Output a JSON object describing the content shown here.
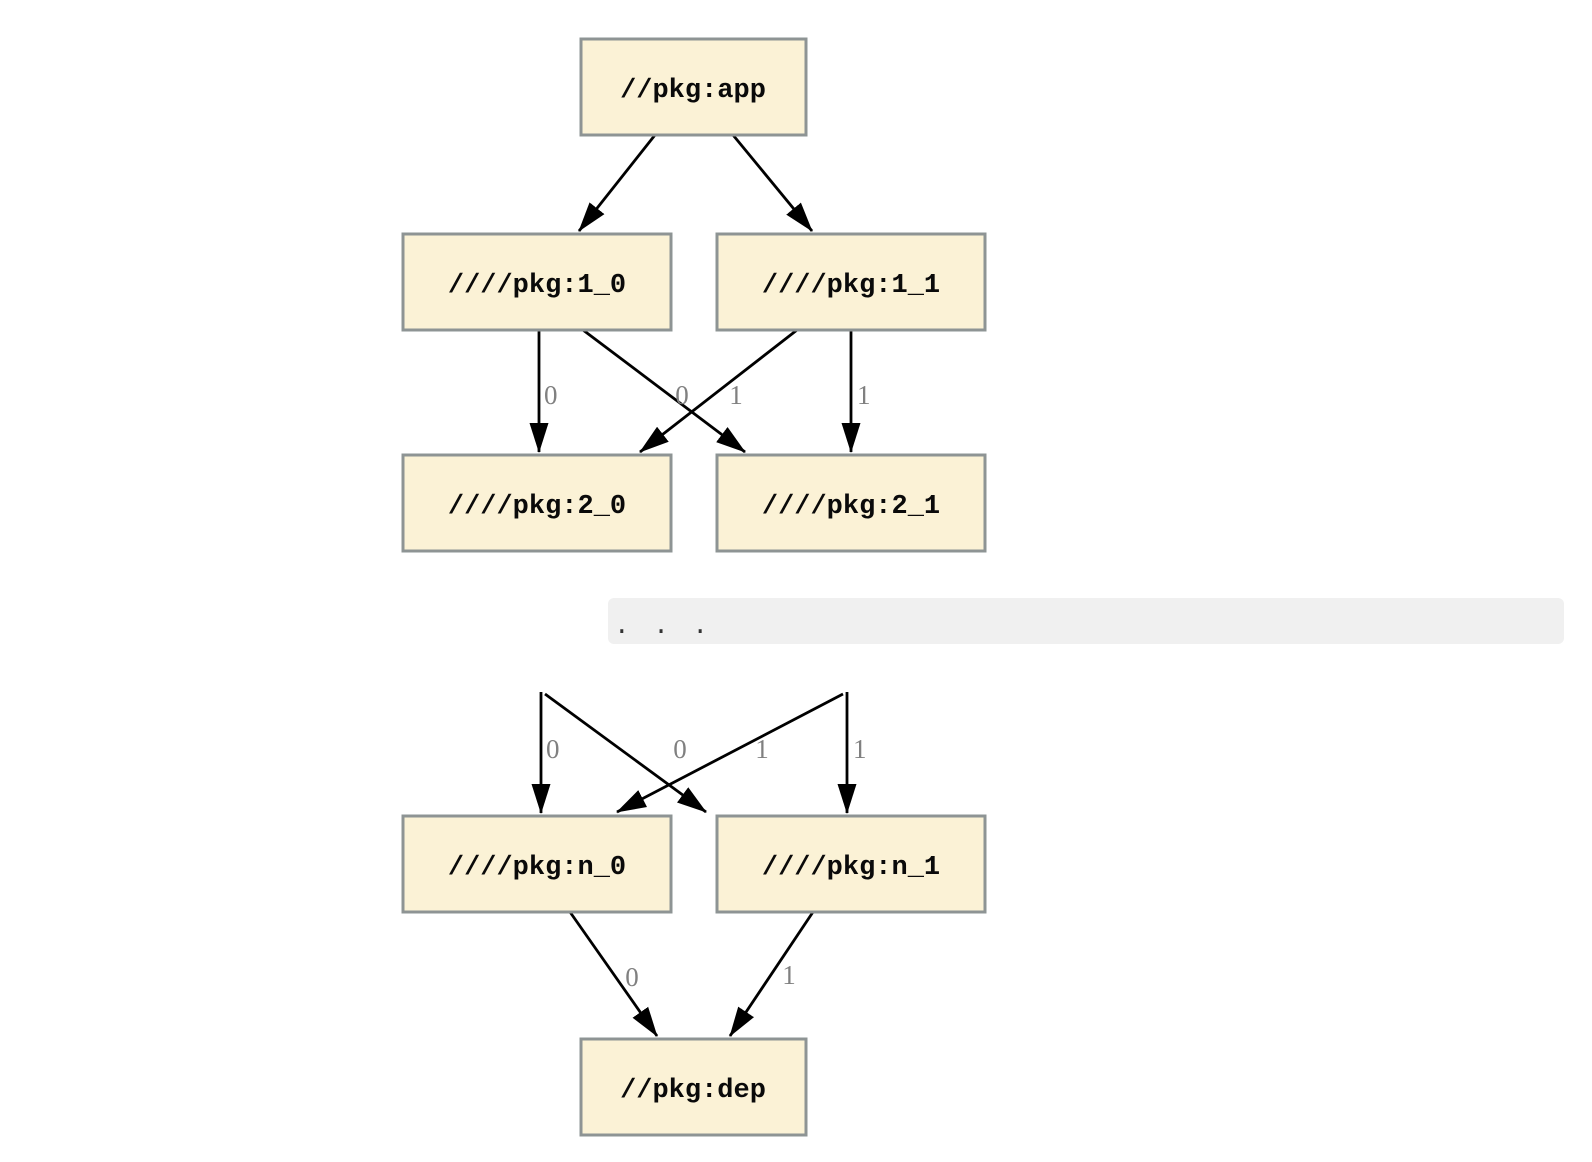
{
  "diagram": {
    "type": "dependency-graph",
    "nodes": [
      {
        "id": "app",
        "label": "//pkg:app"
      },
      {
        "id": "1_0",
        "label": "////pkg:1_0"
      },
      {
        "id": "1_1",
        "label": "////pkg:1_1"
      },
      {
        "id": "2_0",
        "label": "////pkg:2_0"
      },
      {
        "id": "2_1",
        "label": "////pkg:2_1"
      },
      {
        "id": "n_0",
        "label": "////pkg:n_0"
      },
      {
        "id": "n_1",
        "label": "////pkg:n_1"
      },
      {
        "id": "dep",
        "label": "//pkg:dep"
      }
    ],
    "ellipsis": {
      "text": ". . ."
    },
    "edges": [
      {
        "from": "//pkg:app",
        "to": "////pkg:1_0",
        "label": ""
      },
      {
        "from": "//pkg:app",
        "to": "////pkg:1_1",
        "label": ""
      },
      {
        "from": "////pkg:1_0",
        "to": "////pkg:2_0",
        "label": "0"
      },
      {
        "from": "////pkg:1_0",
        "to": "////pkg:2_1",
        "label": "1"
      },
      {
        "from": "////pkg:1_1",
        "to": "////pkg:2_0",
        "label": "0"
      },
      {
        "from": "////pkg:1_1",
        "to": "////pkg:2_1",
        "label": "1"
      },
      {
        "from": "...",
        "to": "////pkg:n_0",
        "label": "0"
      },
      {
        "from": "...",
        "to": "////pkg:n_0",
        "label": "0"
      },
      {
        "from": "...",
        "to": "////pkg:n_1",
        "label": "1"
      },
      {
        "from": "...",
        "to": "////pkg:n_1",
        "label": "1"
      },
      {
        "from": "////pkg:n_0",
        "to": "//pkg:dep",
        "label": "0"
      },
      {
        "from": "////pkg:n_1",
        "to": "//pkg:dep",
        "label": "1"
      }
    ],
    "colors": {
      "background": "#FFFFFF",
      "node_fill": "#FBF2D6",
      "node_border": "#8E9494",
      "node_text": "#0A0A0A",
      "edge": "#000000",
      "edge_label": "#808080",
      "ellipsis_bar_bg": "#F0F0F0",
      "ellipsis_dots": "#333333"
    }
  }
}
